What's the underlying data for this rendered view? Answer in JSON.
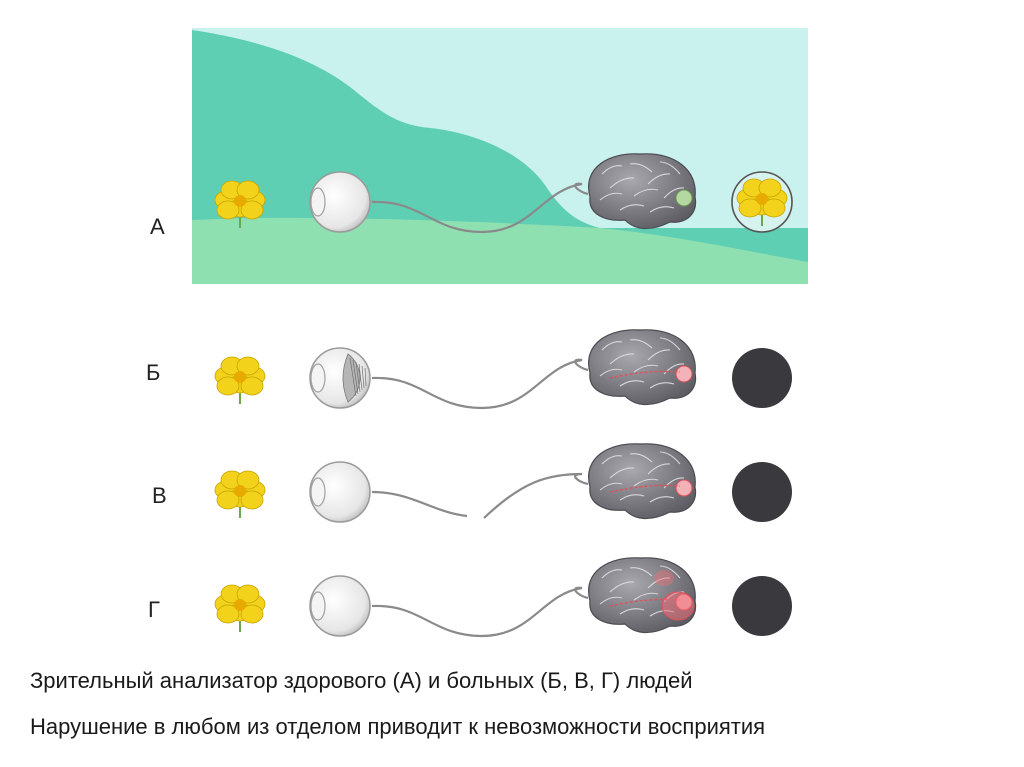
{
  "rows": [
    {
      "label": "А",
      "healthy": true,
      "defect": "none"
    },
    {
      "label": "Б",
      "healthy": false,
      "defect": "eye"
    },
    {
      "label": "В",
      "healthy": false,
      "defect": "nerve"
    },
    {
      "label": "Г",
      "healthy": false,
      "defect": "brain"
    }
  ],
  "captions": {
    "line1": "Зрительный анализатор здорового (А) и больных (Б, В, Г) людей",
    "line2": "Нарушение в любом из отделом приводит к невозможности восприятия"
  },
  "colors": {
    "sky": "#c9f1ee",
    "hill_dark": "#5fcfb4",
    "hill_light": "#8fe0b0",
    "flower": "#f2d21a",
    "flower_center": "#e8a900",
    "brain": "#7e7e84",
    "brain_damage": "#e0505a",
    "nerve": "#8a8a8a",
    "blind_dot": "#3a3a3e"
  },
  "icons": [
    "flower-icon",
    "eye-icon",
    "optic-nerve",
    "brain-icon",
    "perceived-image-icon",
    "no-perception-icon"
  ]
}
